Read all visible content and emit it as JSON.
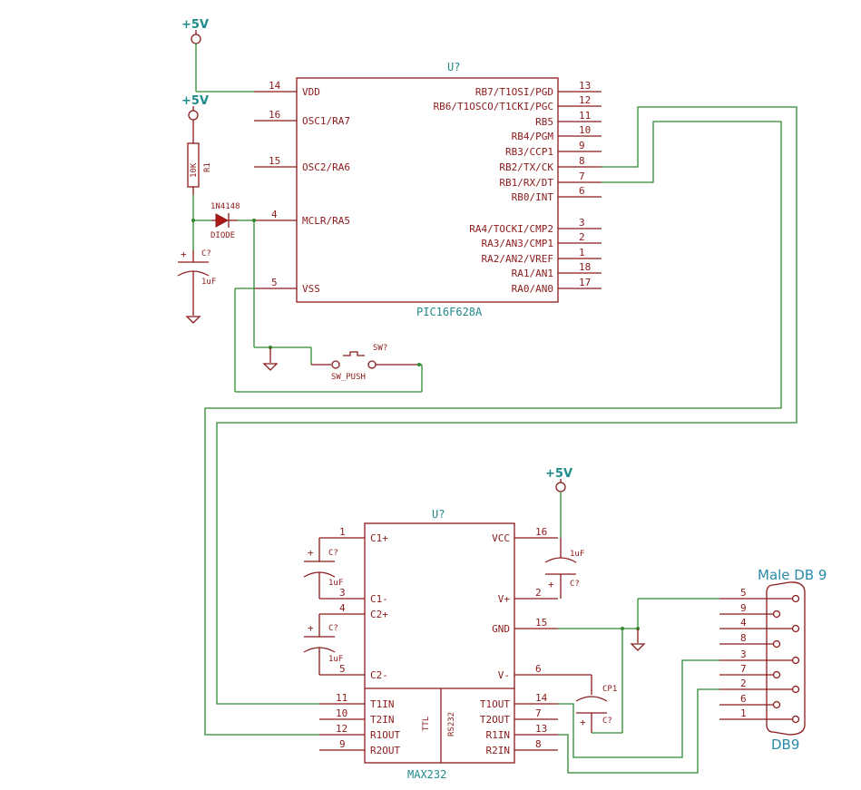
{
  "colors": {
    "component": "#8b1a1a",
    "wire": "#2e8b2e",
    "label": "#1f8a8a",
    "pin_text": "#8b1a1a",
    "db9_label": "#2a8aa8"
  },
  "power": {
    "label": "+5V"
  },
  "pic": {
    "ref": "U?",
    "name": "PIC16F628A",
    "left_pins": [
      {
        "num": "14",
        "name": "VDD"
      },
      {
        "num": "16",
        "name": "OSC1/RA7"
      },
      {
        "num": "15",
        "name": "OSC2/RA6"
      },
      {
        "num": "4",
        "name": "MCLR/RA5"
      },
      {
        "num": "5",
        "name": "VSS"
      }
    ],
    "right_pins": [
      {
        "num": "13",
        "name": "RB7/T1OSI/PGD"
      },
      {
        "num": "12",
        "name": "RB6/T1OSCO/T1CKI/PGC"
      },
      {
        "num": "11",
        "name": "RB5"
      },
      {
        "num": "10",
        "name": "RB4/PGM"
      },
      {
        "num": "9",
        "name": "RB3/CCP1"
      },
      {
        "num": "8",
        "name": "RB2/TX/CK"
      },
      {
        "num": "7",
        "name": "RB1/RX/DT"
      },
      {
        "num": "6",
        "name": "RB0/INT"
      },
      {
        "num": "3",
        "name": "RA4/TOCKI/CMP2"
      },
      {
        "num": "2",
        "name": "RA3/AN3/CMP1"
      },
      {
        "num": "1",
        "name": "RA2/AN2/VREF"
      },
      {
        "num": "18",
        "name": "RA1/AN1"
      },
      {
        "num": "17",
        "name": "RA0/AN0"
      }
    ]
  },
  "r1": {
    "value": "10K",
    "ref": "R1"
  },
  "diode": {
    "part": "1N4148",
    "type": "DIODE"
  },
  "c_top": {
    "ref": "C?",
    "value": "1uF"
  },
  "sw": {
    "ref": "SW?",
    "name": "SW_PUSH"
  },
  "max": {
    "ref": "U?",
    "name": "MAX232",
    "left_pins": [
      {
        "num": "1",
        "name": "C1+"
      },
      {
        "num": "3",
        "name": "C1-"
      },
      {
        "num": "4",
        "name": "C2+"
      },
      {
        "num": "5",
        "name": "C2-"
      },
      {
        "num": "11",
        "name": "T1IN"
      },
      {
        "num": "10",
        "name": "T2IN"
      },
      {
        "num": "12",
        "name": "R1OUT"
      },
      {
        "num": "9",
        "name": "R2OUT"
      }
    ],
    "right_pins": [
      {
        "num": "16",
        "name": "VCC"
      },
      {
        "num": "2",
        "name": "V+"
      },
      {
        "num": "15",
        "name": "GND"
      },
      {
        "num": "6",
        "name": "V-"
      },
      {
        "num": "14",
        "name": "T1OUT"
      },
      {
        "num": "7",
        "name": "T2OUT"
      },
      {
        "num": "13",
        "name": "R1IN"
      },
      {
        "num": "8",
        "name": "R2IN"
      }
    ],
    "ttl": "TTL",
    "rs232": "RS232"
  },
  "c_max1": {
    "ref": "C?",
    "value": "1uF"
  },
  "c_max2": {
    "ref": "C?",
    "value": "1uF"
  },
  "c_vcc": {
    "ref": "C?",
    "value": "1uF"
  },
  "cp1": {
    "ref": "C?",
    "name": "CP1"
  },
  "db9": {
    "header": "Male DB 9",
    "name": "DB9",
    "pins": [
      "5",
      "9",
      "4",
      "8",
      "3",
      "7",
      "2",
      "6",
      "1"
    ]
  }
}
